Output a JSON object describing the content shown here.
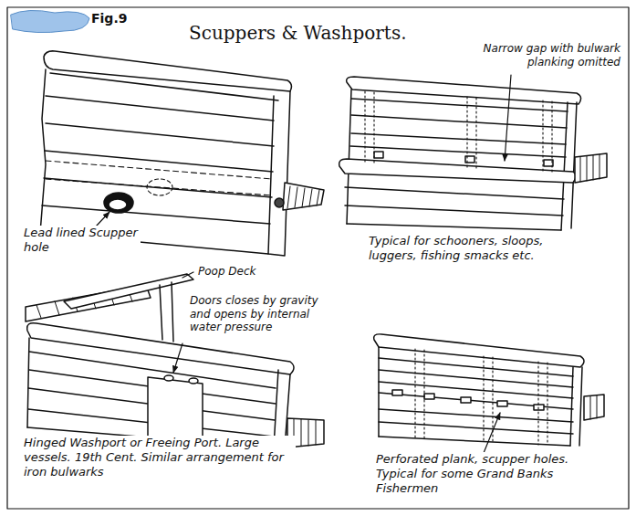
{
  "diagram": {
    "title": "Scuppers & Washports.",
    "labels": [
      "Fig.9",
      "Lead lined Scupper hole",
      "Narrow gap with bulwark planking omitted",
      "Typical for schooners, sloops, luggers, fishing smacks etc.",
      "Poop Deck",
      "Doors closes by gravity and opens by internal water pressure",
      "Hinged Washport or Freeing Port. Large vessels. 19th Cent. Similar arrangement for iron bulwarks",
      "Perforated plank, scupper holes. Typical for some Grand Banks Fishermen"
    ]
  }
}
